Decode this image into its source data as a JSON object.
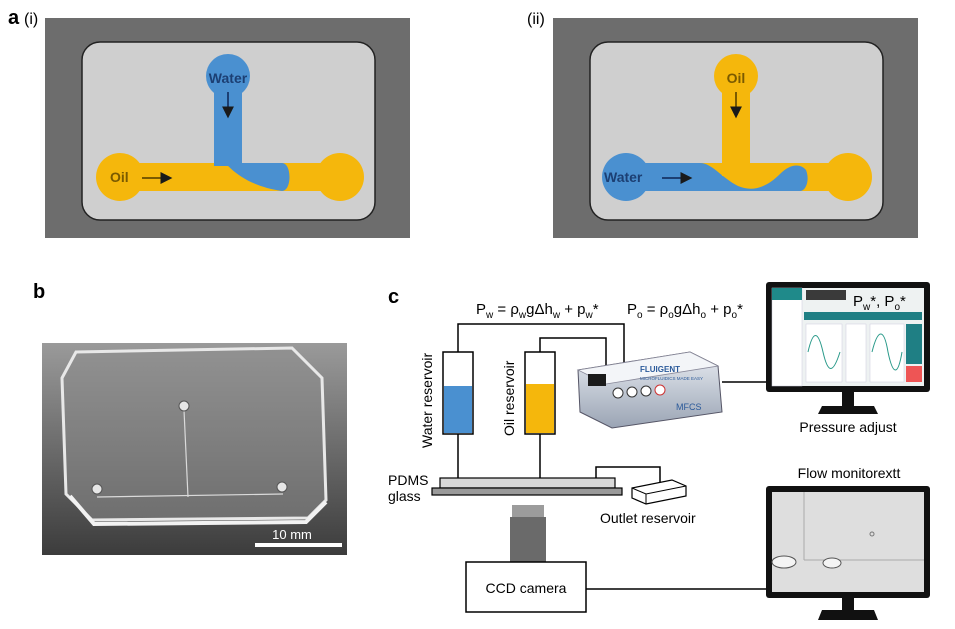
{
  "panel_a": {
    "letter": "a",
    "sub_i": "(i)",
    "sub_ii": "(ii)",
    "i": {
      "top_fluid": "Water",
      "left_fluid": "Oil"
    },
    "ii": {
      "top_fluid": "Oil",
      "left_fluid": "Water"
    }
  },
  "panel_b": {
    "letter": "b",
    "scale_bar": "10 mm"
  },
  "panel_c": {
    "letter": "c",
    "eq_w": {
      "lhs": "P",
      "lhs_sub": "w",
      "eq": " = ρ",
      "rho_sub": "w",
      "g_dh": "gΔh",
      "h_sub": "w",
      "plus": " + p",
      "p_sub": "w",
      "star": "*"
    },
    "eq_o": {
      "lhs": "P",
      "lhs_sub": "o",
      "eq": " = ρ",
      "rho_sub": "o",
      "g_dh": "gΔh",
      "h_sub": "o",
      "plus": " + p",
      "p_sub": "o",
      "star": "*"
    },
    "water_reservoir": "Water reservoir",
    "oil_reservoir": "Oil reservoir",
    "pdms": "PDMS",
    "glass": "glass",
    "outlet": "Outlet reservoir",
    "ccd": "CCD camera",
    "pressure_adjust": "Pressure adjust",
    "flow_monitor": "Flow monitorextt",
    "monitor_label": {
      "p": "P",
      "w": "w",
      "star1": "*, P",
      "o": "o",
      "star2": "*"
    },
    "device": {
      "brand": "FLUIGENT",
      "tagline": "MICROFLUIDICS MADE EASY",
      "model": "MFCS"
    }
  },
  "colors": {
    "water": "#4a90d0",
    "oil": "#f5b70c",
    "gray_bg": "#6d6d6d",
    "chip": "#cfcfcf"
  }
}
